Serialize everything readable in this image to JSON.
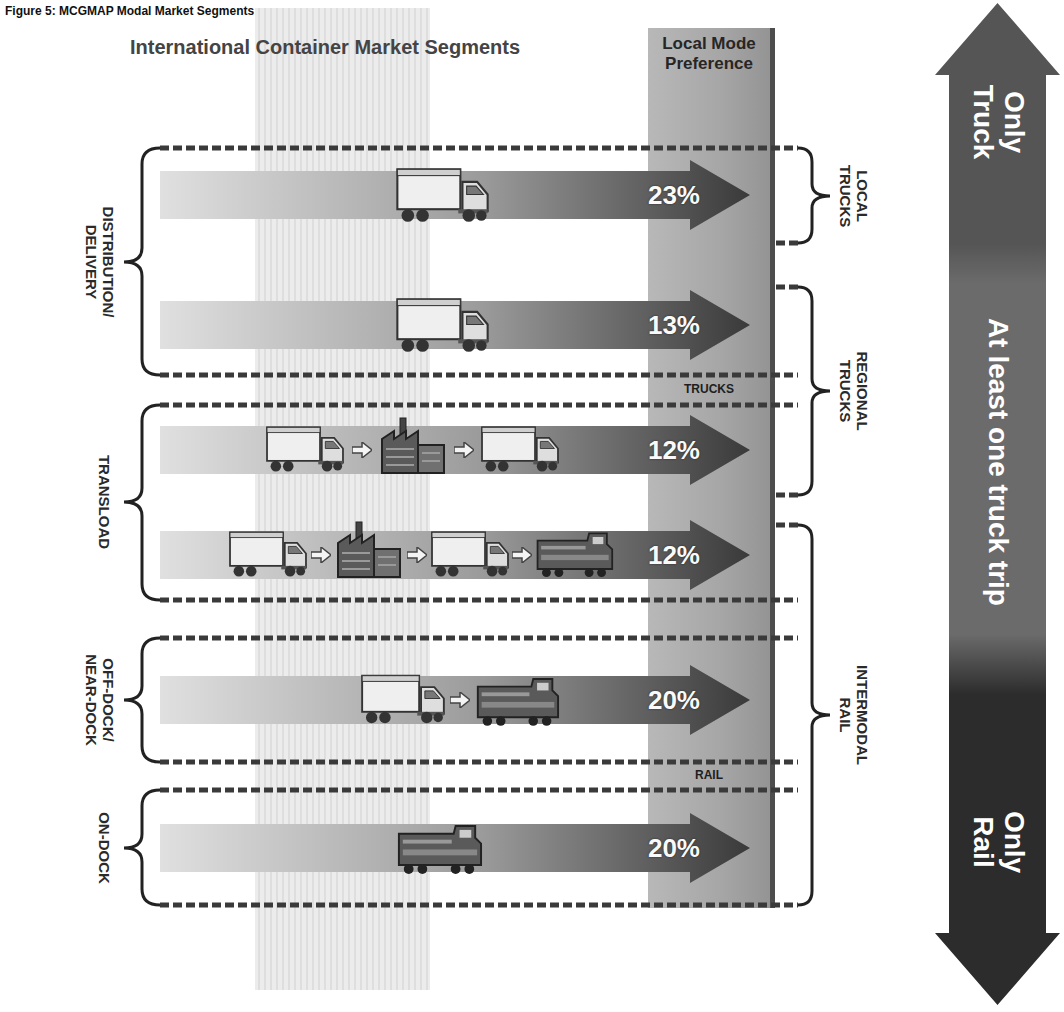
{
  "diagram": {
    "title": "Figure 5: MCGMAP Modal Market Segments",
    "nodes": [
      {
        "text": [
          "Local Mode Preference",
          "TRUCKS",
          "RAIL"
        ]
      },
      {
        "text": [
          "23%"
        ]
      },
      {
        "text": [
          "13%"
        ]
      },
      {
        "text": [
          "12%"
        ]
      },
      {
        "text": [
          "12%"
        ]
      },
      {
        "text": [
          "20%"
        ]
      },
      {
        "text": [
          "20%"
        ]
      },
      {
        "text": [
          "Only Truck",
          "At least one truck trip",
          "Only Rail"
        ]
      }
    ],
    "labels": [
      "International Container Market Segments",
      "DISTRIBUTION/ DELIVERY",
      "TRANSLOAD",
      "OFF-DOCK/ NEAR-DOCK",
      "ON-DOCK",
      "LOCAL TRUCKS",
      "REGIONAL TRUCKS",
      "INTERMODAL RAIL"
    ]
  }
}
